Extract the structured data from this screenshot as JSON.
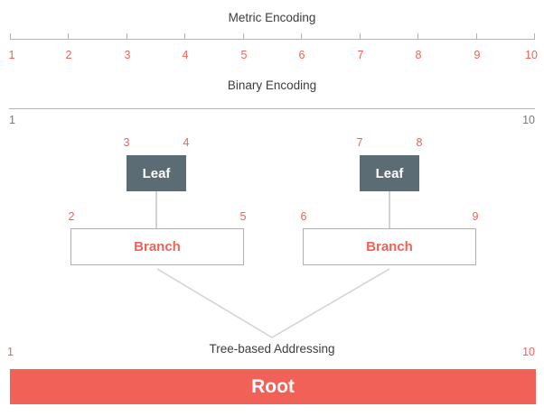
{
  "colors": {
    "accent": "#f26157",
    "slate": "#5b6c74",
    "line_gray": "#b3b3b3",
    "connector_gray": "#d2d2d2",
    "title_text": "#3d3d3d",
    "muted_number": "#7a7a7a"
  },
  "metric": {
    "title": "Metric Encoding",
    "tick_labels": [
      "1",
      "2",
      "3",
      "4",
      "5",
      "6",
      "7",
      "8",
      "9",
      "10"
    ]
  },
  "binary": {
    "title": "Binary Encoding",
    "start_label": "1",
    "end_label": "10"
  },
  "tree": {
    "title": "Tree-based Addressing",
    "leaves": [
      {
        "label": "Leaf",
        "start": "3",
        "end": "4"
      },
      {
        "label": "Leaf",
        "start": "7",
        "end": "8"
      }
    ],
    "branches": [
      {
        "label": "Branch",
        "start": "2",
        "end": "5"
      },
      {
        "label": "Branch",
        "start": "6",
        "end": "9"
      }
    ],
    "root": {
      "label": "Root",
      "start": "1",
      "end": "10"
    }
  }
}
